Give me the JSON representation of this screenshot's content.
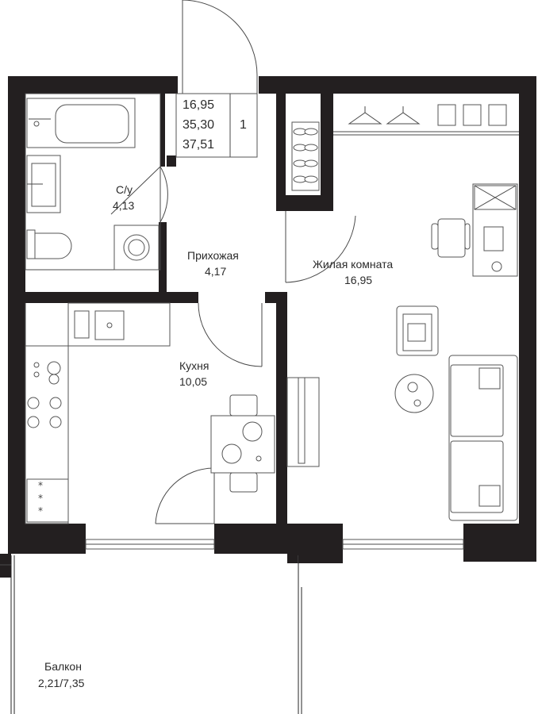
{
  "rooms": {
    "bathroom": {
      "name": "С/у",
      "area": "4,13"
    },
    "hall": {
      "name": "Прихожая",
      "area": "4,17"
    },
    "living": {
      "name": "Жилая комната",
      "area": "16,95"
    },
    "kitchen": {
      "name": "Кухня",
      "area": "10,05"
    },
    "balcony": {
      "name": "Балкон",
      "area": "2,21/7,35"
    }
  },
  "summary": {
    "living_area": "16,95",
    "total_area": "35,30",
    "total_with_balcony": "37,51",
    "room_count": "1"
  },
  "colors": {
    "walls": "#231f20",
    "lines": "#4a4a4a",
    "background": "#ffffff"
  }
}
